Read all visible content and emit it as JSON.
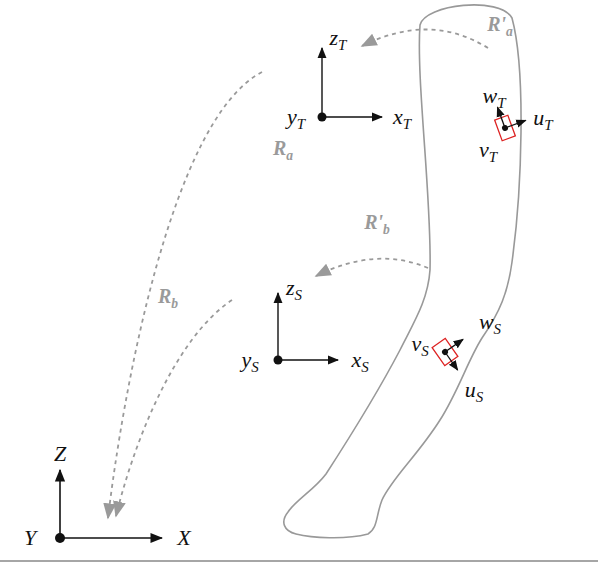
{
  "diagram": {
    "labels": [
      "R'a",
      "zT",
      "yT",
      "xT",
      "Ra",
      "wT",
      "vT",
      "uT",
      "R'b",
      "zS",
      "yS",
      "xS",
      "Rb",
      "vS",
      "wS",
      "uS",
      "Z",
      "Y",
      "X"
    ]
  }
}
